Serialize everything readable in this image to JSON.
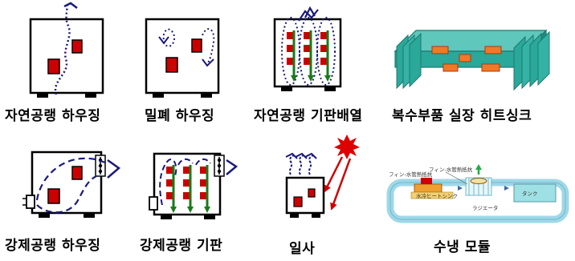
{
  "captions": {
    "natural_housing": "자연공랭 하우징",
    "sealed_housing": "밀폐 하우징",
    "natural_board": "자연공랭 기판배열",
    "multi_heatsink": "복수부품 실장 히트싱크",
    "forced_housing": "강제공랭 하우징",
    "forced_board": "강제공랭 기판",
    "solar": "일사",
    "water_module": "수냉 모듈"
  },
  "water_labels": {
    "fin_pipe_top": "フィン-水管熱抵抗",
    "fin_pipe_left": "フィン-水管熱抵抗",
    "fin_pipe_inner": "水冷ヒートシンク",
    "tank": "タンク",
    "radiator": "ラジエータ"
  },
  "colors": {
    "housing_outline": "#000000",
    "component": "#cc0000",
    "airflow": "#1a1a7a",
    "board_arrow": "#1a7a1a",
    "heatsink": "#2aa89a",
    "heatsink_part": "#f07828",
    "sun": "#dd0000",
    "pipe": "#9fd8e8"
  },
  "icons": [
    "fan-icon",
    "sun-icon"
  ]
}
